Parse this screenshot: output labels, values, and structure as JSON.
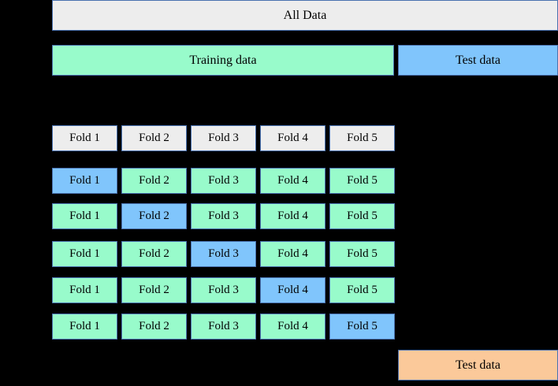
{
  "figure": {
    "background_color": "#000000",
    "border_color": "#4a72b0",
    "colors": {
      "all_data": "#ededed",
      "training": "#98fbcb",
      "test": "#80c5fc",
      "test_final": "#fbc99a",
      "validation": "#80c5fc",
      "neutral": "#ededed"
    }
  },
  "top": {
    "all_data_label": "All Data",
    "training_label": "Training data",
    "test_label": "Test data"
  },
  "bottom": {
    "test_label": "Test data"
  },
  "folds": {
    "labels": [
      "Fold 1",
      "Fold 2",
      "Fold 3",
      "Fold 4",
      "Fold 5"
    ],
    "rows": [
      {
        "name": "split-row-base",
        "states": [
          "neutral",
          "neutral",
          "neutral",
          "neutral",
          "neutral"
        ]
      },
      {
        "name": "split-row-1",
        "states": [
          "validation",
          "training",
          "training",
          "training",
          "training"
        ]
      },
      {
        "name": "split-row-2",
        "states": [
          "training",
          "validation",
          "training",
          "training",
          "training"
        ]
      },
      {
        "name": "split-row-3",
        "states": [
          "training",
          "training",
          "validation",
          "training",
          "training"
        ]
      },
      {
        "name": "split-row-4",
        "states": [
          "training",
          "training",
          "training",
          "validation",
          "training"
        ]
      },
      {
        "name": "split-row-5",
        "states": [
          "training",
          "training",
          "training",
          "training",
          "validation"
        ]
      }
    ],
    "row_tops": [
      159,
      213,
      258,
      306,
      352,
      398
    ],
    "column_lefts": [
      66,
      154,
      242,
      330,
      418
    ]
  }
}
